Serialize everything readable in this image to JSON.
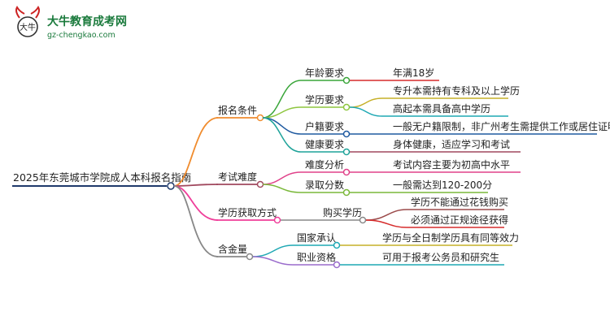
{
  "logo": {
    "title": "大牛教育成考网",
    "url": "gz-chengkao.com",
    "mark_text": "大牛"
  },
  "colors": {
    "root_line": "#1f3a6b",
    "c1": "#f08c2e",
    "c2": "#a0485e",
    "c3": "#ef3e9a",
    "c4": "#888888",
    "g1": "#3aa63a",
    "g2": "#8ec63f",
    "g3": "#1fa39a",
    "g4": "#1f5aa0",
    "m1": "#e0428a",
    "m2": "#7ab83a",
    "gold": "#c6b028",
    "brown": "#9b4a4a",
    "red": "#d62b2b",
    "teal": "#1fa8b4",
    "purple": "#9a6ccc"
  },
  "root": {
    "label": "2025年东莞城市学院成人本科报名指南"
  },
  "branches": [
    {
      "label": "报名条件",
      "children": [
        {
          "label": "年龄要求",
          "leaves": [
            "年满18岁"
          ]
        },
        {
          "label": "学历要求",
          "leaves": [
            "专升本需持有专科及以上学历",
            "高起本需具备高中学历"
          ]
        },
        {
          "label": "户籍要求",
          "leaves": [
            "一般无户籍限制，非广州考生需提供工作或居住证明"
          ]
        },
        {
          "label": "健康要求",
          "leaves": [
            "身体健康，适应学习和考试"
          ]
        }
      ]
    },
    {
      "label": "考试难度",
      "children": [
        {
          "label": "难度分析",
          "leaves": [
            "考试内容主要为初高中水平"
          ]
        },
        {
          "label": "录取分数",
          "leaves": [
            "一般需达到120-200分"
          ]
        }
      ]
    },
    {
      "label": "学历获取方式",
      "children": [
        {
          "label": "购买学历",
          "leaves": [
            "学历不能通过花钱购买",
            "必须通过正规途径获得"
          ]
        }
      ]
    },
    {
      "label": "含金量",
      "children": [
        {
          "label": "国家承认",
          "leaves": [
            "学历与全日制学历具有同等效力"
          ]
        },
        {
          "label": "职业资格",
          "leaves": [
            "可用于报考公务员和研究生"
          ]
        }
      ]
    }
  ]
}
